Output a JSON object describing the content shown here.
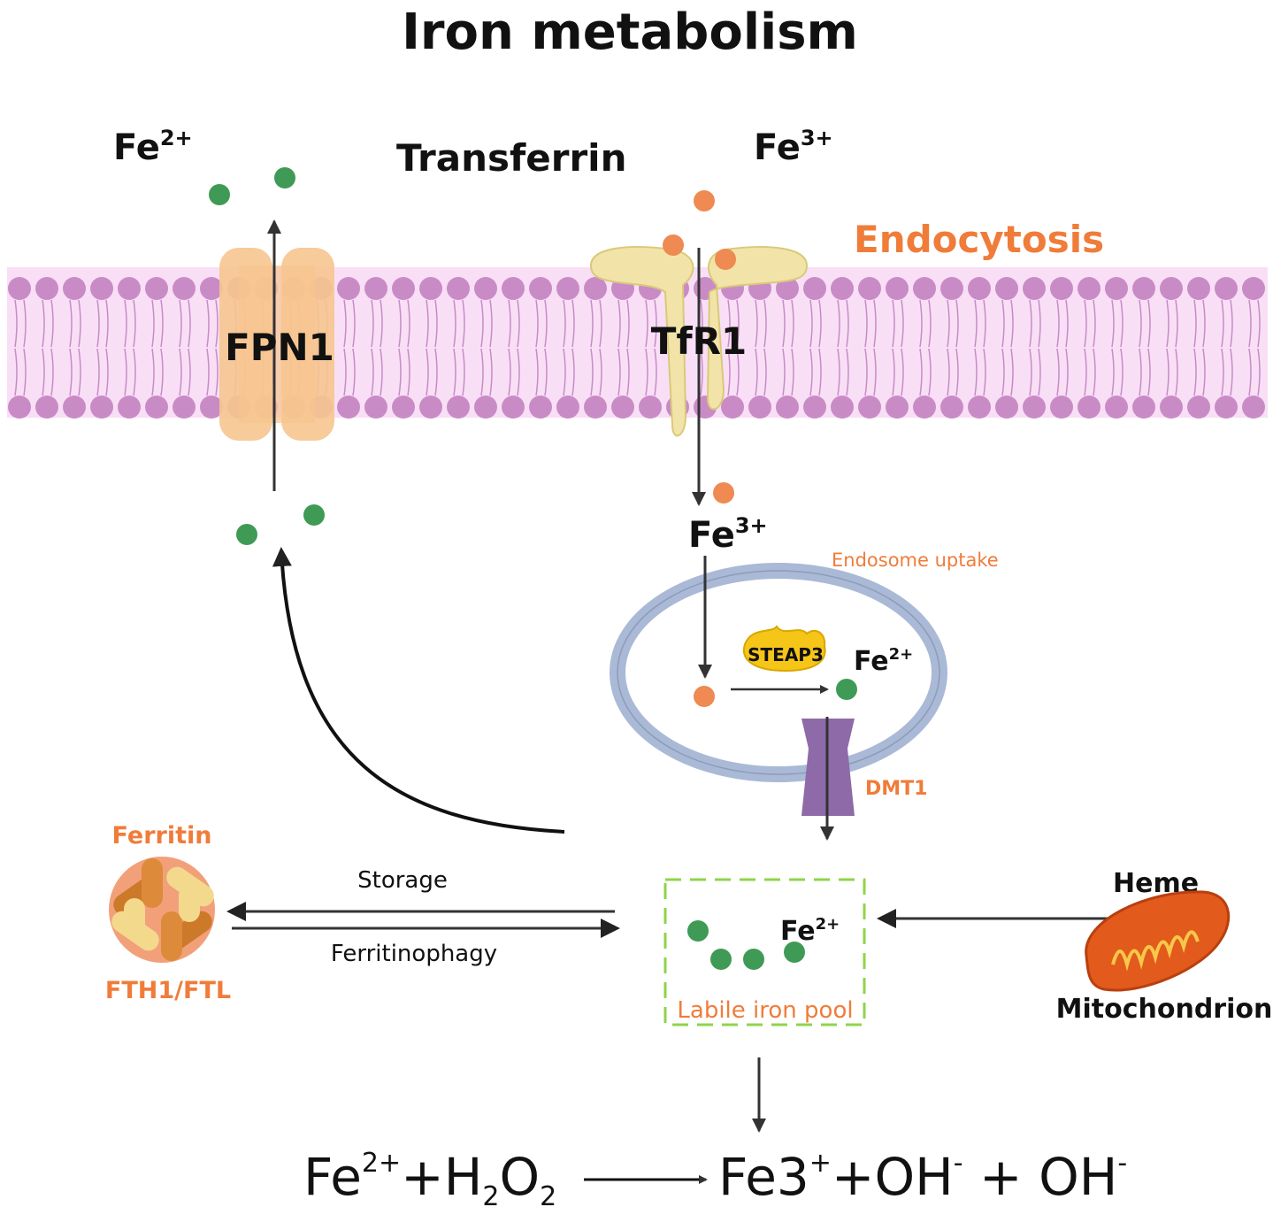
{
  "title": "Iron metabolism",
  "labels": {
    "fe2_top": "Fe",
    "fe2_top_sup": "2+",
    "transferrin": "Transferrin",
    "fe3_top": "Fe",
    "fe3_top_sup": "3+",
    "endocytosis": "Endocytosis",
    "fpn1": "FPN1",
    "tfr1": "TfR1",
    "fe3_mid": "Fe",
    "fe3_mid_sup": "3+",
    "endosome_uptake": "Endosome uptake",
    "steap3": "STEAP3",
    "fe2_endo": "Fe",
    "fe2_endo_sup": "2+",
    "dmt1": "DMT1",
    "ferritin": "Ferritin",
    "fth1_ftl": "FTH1/FTL",
    "storage": "Storage",
    "ferritinophagy": "Ferritinophagy",
    "fe2_pool": "Fe",
    "fe2_pool_sup": "2+",
    "labile_iron_pool": "Labile iron pool",
    "heme": "Heme",
    "mitochondrion": "Mitochondrion"
  },
  "equation": {
    "fe": "Fe",
    "fe_sup": "2+",
    "plus1": "+",
    "h": "H",
    "h_sub": "2",
    "o": "O",
    "o_sub": "2",
    "fe3": "Fe3",
    "fe3_sup": "+",
    "plus2": "+",
    "oh1": "OH",
    "oh1_sup": "-",
    "plus3": " + ",
    "oh2": "OH",
    "oh2_sup": "-"
  },
  "colors": {
    "fe2_ion": "#3f9a55",
    "fe3_ion": "#ee8a52",
    "membrane_head": "#c98bc6",
    "membrane_bg": "#f8dff6",
    "accent_orange": "#f07c3a",
    "fpn1": "#f6c58f",
    "tfr1": "#f2e4a8",
    "endosome": "#a9b9d6",
    "dmt1": "#8e6aa8",
    "pool_border": "#8fd44a",
    "mitochondrion": "#e25a1c"
  }
}
